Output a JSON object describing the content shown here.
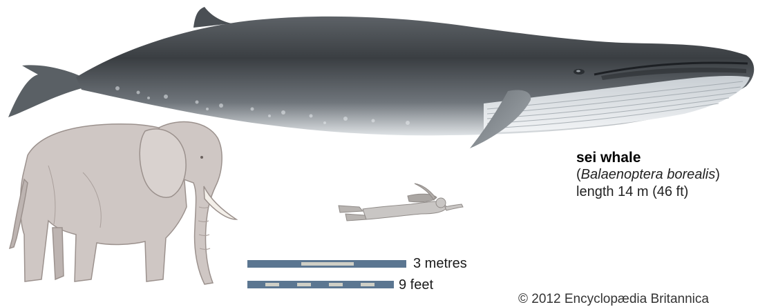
{
  "caption": {
    "common_name": "sei whale",
    "scientific_name": "Balaenoptera borealis",
    "paren_open": "(",
    "paren_close": ")",
    "length_text": "length 14 m (46 ft)"
  },
  "scale_bars": {
    "metric_label": "3 metres",
    "imperial_label": "9 feet"
  },
  "copyright": "© 2012 Encyclopædia Britannica",
  "colors": {
    "whale_dark": "#3a3e42",
    "whale_mid": "#6f757b",
    "whale_belly": "#dfe3e6",
    "elephant": "#cfc7c4",
    "elephant_outline": "#9b918d",
    "scale_bar": "#5b7691",
    "scale_segment": "#cfcfc6"
  },
  "figures": [
    "sei whale",
    "elephant",
    "scuba diver"
  ]
}
